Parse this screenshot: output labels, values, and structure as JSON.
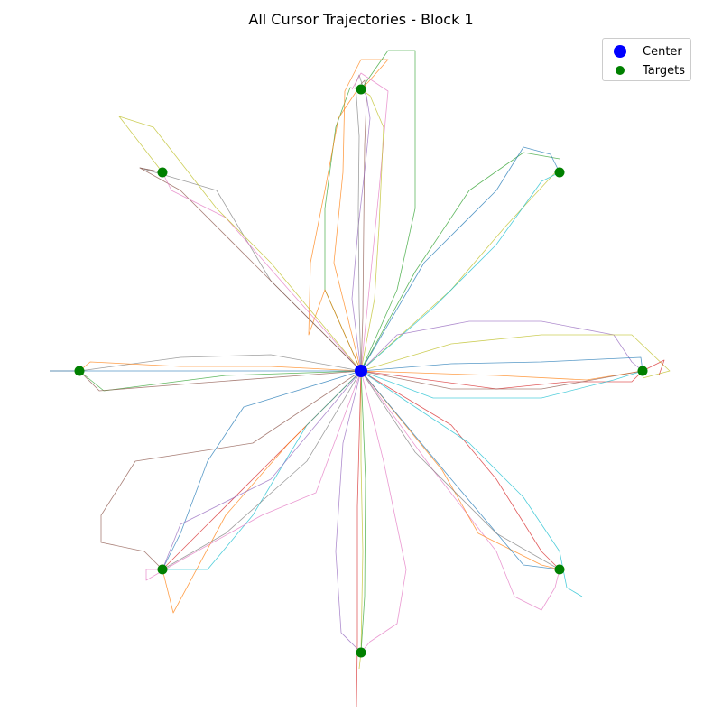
{
  "chart_data": {
    "type": "scatter",
    "title": "All Cursor Trajectories - Block 1",
    "xlabel": "",
    "ylabel": "",
    "axes_visible": false,
    "grid": false,
    "legend_placement": "upper-right",
    "xlim": [
      -350,
      350
    ],
    "ylim": [
      -350,
      350
    ],
    "series": [
      {
        "name": "Center",
        "color": "#0000ff",
        "points": [
          [
            0,
            0
          ]
        ]
      },
      {
        "name": "Targets",
        "color": "#008000",
        "points": [
          [
            0,
            312
          ],
          [
            220,
            220
          ],
          [
            312,
            0
          ],
          [
            220,
            -220
          ],
          [
            0,
            -312
          ],
          [
            -220,
            -220
          ],
          [
            -312,
            0
          ],
          [
            -220,
            220
          ]
        ]
      }
    ],
    "trajectory_palette": [
      "#1f77b4",
      "#ff7f0e",
      "#2ca02c",
      "#d62728",
      "#9467bd",
      "#8c564b",
      "#e377c2",
      "#7f7f7f",
      "#bcbd22",
      "#17becf"
    ],
    "trajectories": [
      {
        "color": "#8c564b",
        "points": [
          [
            0,
            0
          ],
          [
            2,
            60
          ],
          [
            3,
            160
          ],
          [
            4,
            250
          ],
          [
            6,
            300
          ],
          [
            4,
            322
          ],
          [
            0,
            318
          ]
        ]
      },
      {
        "color": "#9467bd",
        "points": [
          [
            0,
            0
          ],
          [
            -10,
            80
          ],
          [
            -3,
            160
          ],
          [
            5,
            230
          ],
          [
            10,
            280
          ],
          [
            6,
            305
          ],
          [
            1,
            312
          ]
        ]
      },
      {
        "color": "#7f7f7f",
        "points": [
          [
            0,
            0
          ],
          [
            -2,
            70
          ],
          [
            -3,
            180
          ],
          [
            -2,
            260
          ],
          [
            -6,
            318
          ],
          [
            -2,
            328
          ],
          [
            2,
            315
          ]
        ]
      },
      {
        "color": "#2ca02c",
        "points": [
          [
            0,
            0
          ],
          [
            -40,
            90
          ],
          [
            -40,
            180
          ],
          [
            -28,
            270
          ],
          [
            -12,
            314
          ],
          [
            0,
            312
          ]
        ]
      },
      {
        "color": "#ff7f0e",
        "points": [
          [
            0,
            0
          ],
          [
            -30,
            120
          ],
          [
            -20,
            220
          ],
          [
            -18,
            310
          ],
          [
            0,
            345
          ],
          [
            30,
            345
          ],
          [
            8,
            320
          ],
          [
            0,
            312
          ]
        ]
      },
      {
        "color": "#2ca02c",
        "points": [
          [
            0,
            0
          ],
          [
            40,
            90
          ],
          [
            60,
            180
          ],
          [
            60,
            355
          ],
          [
            30,
            355
          ],
          [
            0,
            312
          ]
        ]
      },
      {
        "color": "#e377c2",
        "points": [
          [
            0,
            0
          ],
          [
            10,
            100
          ],
          [
            20,
            200
          ],
          [
            30,
            310
          ],
          [
            0,
            330
          ],
          [
            -10,
            312
          ]
        ]
      },
      {
        "color": "#ff7f0e",
        "points": [
          [
            0,
            0
          ],
          [
            -40,
            90
          ],
          [
            -58,
            40
          ],
          [
            -56,
            120
          ],
          [
            -40,
            200
          ],
          [
            -25,
            280
          ],
          [
            -5,
            310
          ],
          [
            0,
            312
          ]
        ]
      },
      {
        "color": "#bcbd22",
        "points": [
          [
            0,
            0
          ],
          [
            15,
            80
          ],
          [
            20,
            160
          ],
          [
            25,
            270
          ],
          [
            10,
            305
          ],
          [
            0,
            312
          ]
        ]
      },
      {
        "color": "#2ca02c",
        "points": [
          [
            0,
            0
          ],
          [
            60,
            110
          ],
          [
            120,
            200
          ],
          [
            180,
            242
          ],
          [
            220,
            235
          ]
        ]
      },
      {
        "color": "#1f77b4",
        "points": [
          [
            0,
            0
          ],
          [
            70,
            120
          ],
          [
            150,
            200
          ],
          [
            180,
            248
          ],
          [
            210,
            240
          ],
          [
            220,
            220
          ]
        ]
      },
      {
        "color": "#bcbd22",
        "points": [
          [
            0,
            0
          ],
          [
            100,
            90
          ],
          [
            160,
            160
          ],
          [
            220,
            225
          ]
        ]
      },
      {
        "color": "#17becf",
        "points": [
          [
            0,
            0
          ],
          [
            80,
            70
          ],
          [
            150,
            140
          ],
          [
            200,
            210
          ],
          [
            220,
            220
          ]
        ]
      },
      {
        "color": "#9467bd",
        "points": [
          [
            0,
            0
          ],
          [
            40,
            40
          ],
          [
            120,
            55
          ],
          [
            200,
            55
          ],
          [
            280,
            40
          ],
          [
            300,
            10
          ],
          [
            312,
            0
          ]
        ]
      },
      {
        "color": "#bcbd22",
        "points": [
          [
            0,
            0
          ],
          [
            100,
            30
          ],
          [
            200,
            40
          ],
          [
            300,
            40
          ],
          [
            342,
            0
          ],
          [
            312,
            -8
          ]
        ]
      },
      {
        "color": "#1f77b4",
        "points": [
          [
            0,
            0
          ],
          [
            100,
            8
          ],
          [
            200,
            10
          ],
          [
            310,
            15
          ],
          [
            312,
            0
          ]
        ]
      },
      {
        "color": "#ff7f0e",
        "points": [
          [
            0,
            0
          ],
          [
            150,
            -5
          ],
          [
            250,
            -10
          ],
          [
            312,
            0
          ]
        ]
      },
      {
        "color": "#d62728",
        "points": [
          [
            0,
            0
          ],
          [
            150,
            -20
          ],
          [
            230,
            -12
          ],
          [
            300,
            -12
          ],
          [
            312,
            0
          ],
          [
            336,
            12
          ],
          [
            330,
            -5
          ]
        ]
      },
      {
        "color": "#17becf",
        "points": [
          [
            0,
            0
          ],
          [
            80,
            -30
          ],
          [
            200,
            -30
          ],
          [
            280,
            -10
          ],
          [
            312,
            0
          ]
        ]
      },
      {
        "color": "#8c564b",
        "points": [
          [
            0,
            0
          ],
          [
            100,
            -20
          ],
          [
            200,
            -20
          ],
          [
            312,
            0
          ]
        ]
      },
      {
        "color": "#d62728",
        "points": [
          [
            0,
            0
          ],
          [
            100,
            -60
          ],
          [
            150,
            -120
          ],
          [
            175,
            -160
          ],
          [
            200,
            -200
          ],
          [
            220,
            -220
          ]
        ]
      },
      {
        "color": "#17becf",
        "points": [
          [
            0,
            0
          ],
          [
            120,
            -80
          ],
          [
            180,
            -140
          ],
          [
            220,
            -200
          ],
          [
            228,
            -240
          ],
          [
            245,
            -250
          ]
        ]
      },
      {
        "color": "#e377c2",
        "points": [
          [
            0,
            0
          ],
          [
            80,
            -110
          ],
          [
            150,
            -200
          ],
          [
            170,
            -250
          ],
          [
            200,
            -265
          ],
          [
            215,
            -240
          ],
          [
            220,
            -220
          ]
        ]
      },
      {
        "color": "#ff7f0e",
        "points": [
          [
            0,
            0
          ],
          [
            90,
            -110
          ],
          [
            130,
            -180
          ],
          [
            200,
            -215
          ],
          [
            220,
            -220
          ]
        ]
      },
      {
        "color": "#1f77b4",
        "points": [
          [
            0,
            0
          ],
          [
            100,
            -120
          ],
          [
            180,
            -215
          ],
          [
            220,
            -220
          ]
        ]
      },
      {
        "color": "#7f7f7f",
        "points": [
          [
            0,
            0
          ],
          [
            60,
            -90
          ],
          [
            150,
            -180
          ],
          [
            220,
            -220
          ]
        ]
      },
      {
        "color": "#bcbd22",
        "points": [
          [
            0,
            0
          ],
          [
            0,
            -100
          ],
          [
            2,
            -200
          ],
          [
            0,
            -312
          ],
          [
            -2,
            -330
          ]
        ]
      },
      {
        "color": "#d62728",
        "points": [
          [
            0,
            0
          ],
          [
            -4,
            -150
          ],
          [
            -4,
            -300
          ],
          [
            -5,
            -372
          ]
        ]
      },
      {
        "color": "#e377c2",
        "points": [
          [
            0,
            0
          ],
          [
            25,
            -100
          ],
          [
            50,
            -220
          ],
          [
            40,
            -280
          ],
          [
            10,
            -300
          ],
          [
            0,
            -312
          ]
        ]
      },
      {
        "color": "#9467bd",
        "points": [
          [
            0,
            0
          ],
          [
            -20,
            -80
          ],
          [
            -28,
            -200
          ],
          [
            -22,
            -290
          ],
          [
            0,
            -312
          ]
        ]
      },
      {
        "color": "#2ca02c",
        "points": [
          [
            0,
            0
          ],
          [
            5,
            -120
          ],
          [
            4,
            -250
          ],
          [
            0,
            -312
          ]
        ]
      },
      {
        "color": "#8c564b",
        "points": [
          [
            0,
            0
          ],
          [
            -120,
            -80
          ],
          [
            -250,
            -100
          ],
          [
            -288,
            -160
          ],
          [
            -288,
            -190
          ],
          [
            -240,
            -200
          ],
          [
            -220,
            -220
          ]
        ]
      },
      {
        "color": "#d62728",
        "points": [
          [
            0,
            0
          ],
          [
            -100,
            -100
          ],
          [
            -170,
            -170
          ],
          [
            -220,
            -220
          ]
        ]
      },
      {
        "color": "#1f77b4",
        "points": [
          [
            0,
            0
          ],
          [
            -130,
            -40
          ],
          [
            -170,
            -100
          ],
          [
            -200,
            -180
          ],
          [
            -220,
            -220
          ]
        ]
      },
      {
        "color": "#ff7f0e",
        "points": [
          [
            0,
            0
          ],
          [
            -80,
            -80
          ],
          [
            -150,
            -160
          ],
          [
            -208,
            -268
          ],
          [
            -220,
            -220
          ]
        ]
      },
      {
        "color": "#17becf",
        "points": [
          [
            0,
            0
          ],
          [
            -60,
            -60
          ],
          [
            -120,
            -160
          ],
          [
            -170,
            -220
          ],
          [
            -220,
            -220
          ]
        ]
      },
      {
        "color": "#e377c2",
        "points": [
          [
            0,
            0
          ],
          [
            -50,
            -135
          ],
          [
            -110,
            -160
          ],
          [
            -200,
            -210
          ],
          [
            -238,
            -232
          ],
          [
            -238,
            -220
          ],
          [
            -220,
            -220
          ]
        ]
      },
      {
        "color": "#9467bd",
        "points": [
          [
            0,
            0
          ],
          [
            -100,
            -120
          ],
          [
            -200,
            -170
          ],
          [
            -220,
            -220
          ]
        ]
      },
      {
        "color": "#7f7f7f",
        "points": [
          [
            0,
            0
          ],
          [
            -60,
            -100
          ],
          [
            -150,
            -180
          ],
          [
            -220,
            -220
          ]
        ]
      },
      {
        "color": "#7f7f7f",
        "points": [
          [
            0,
            0
          ],
          [
            -100,
            18
          ],
          [
            -200,
            15
          ],
          [
            -312,
            0
          ],
          [
            -345,
            0
          ]
        ]
      },
      {
        "color": "#ff7f0e",
        "points": [
          [
            0,
            0
          ],
          [
            -100,
            5
          ],
          [
            -200,
            5
          ],
          [
            -300,
            10
          ],
          [
            -312,
            0
          ]
        ]
      },
      {
        "color": "#2ca02c",
        "points": [
          [
            0,
            0
          ],
          [
            -150,
            -5
          ],
          [
            -285,
            -22
          ],
          [
            -312,
            0
          ]
        ]
      },
      {
        "color": "#1f77b4",
        "points": [
          [
            0,
            0
          ],
          [
            -200,
            0
          ],
          [
            -345,
            0
          ]
        ]
      },
      {
        "color": "#8c564b",
        "points": [
          [
            0,
            0
          ],
          [
            -200,
            -15
          ],
          [
            -290,
            -22
          ],
          [
            -312,
            0
          ]
        ]
      },
      {
        "color": "#7f7f7f",
        "points": [
          [
            0,
            0
          ],
          [
            -100,
            100
          ],
          [
            -160,
            200
          ],
          [
            -245,
            225
          ],
          [
            -220,
            220
          ]
        ]
      },
      {
        "color": "#8c564b",
        "points": [
          [
            0,
            0
          ],
          [
            -120,
            120
          ],
          [
            -200,
            200
          ],
          [
            -245,
            225
          ],
          [
            -220,
            220
          ]
        ]
      },
      {
        "color": "#e377c2",
        "points": [
          [
            0,
            0
          ],
          [
            -80,
            90
          ],
          [
            -150,
            170
          ],
          [
            -210,
            200
          ],
          [
            -220,
            220
          ]
        ]
      },
      {
        "color": "#bcbd22",
        "points": [
          [
            0,
            0
          ],
          [
            -100,
            120
          ],
          [
            -160,
            180
          ],
          [
            -230,
            270
          ],
          [
            -268,
            282
          ],
          [
            -220,
            220
          ]
        ]
      }
    ]
  }
}
